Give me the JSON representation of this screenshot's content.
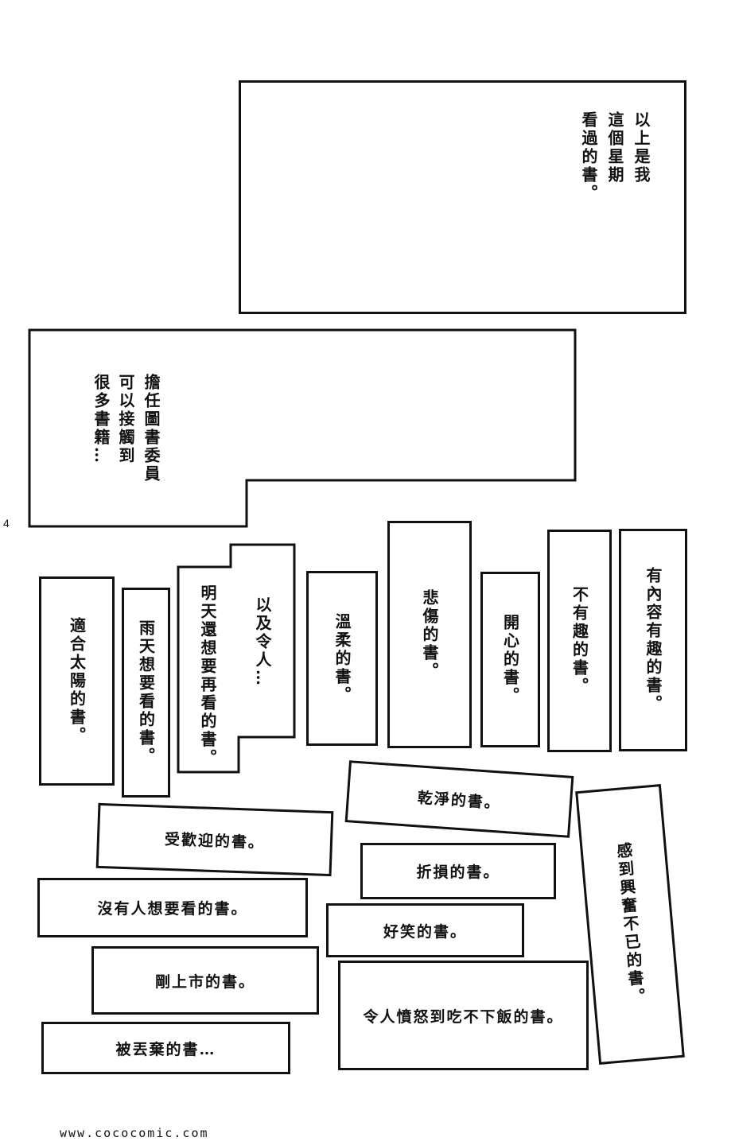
{
  "page_number": "4",
  "watermark": "www.cococomic.com",
  "panel_top": {
    "lines": [
      "以上是我",
      "這個星期",
      "看過的書。"
    ]
  },
  "panel_second": {
    "lines": [
      "擔任圖書委員",
      "可以接觸到",
      "很多書籍…"
    ]
  },
  "spines": [
    "適合太陽的書。",
    "雨天想要看的書。",
    "明天還想要再看的書。",
    "以及令人…",
    "溫柔的書。",
    "悲傷的書。",
    "開心的書。",
    "不有趣的書。",
    "有內容有趣的書。"
  ],
  "stacked": [
    "乾淨的書。",
    "受歡迎的書。",
    "折損的書。",
    "沒有人想要看的書。",
    "好笑的書。",
    "剛上市的書。",
    "令人憤怒到吃不下飯的書。",
    "被丟棄的書…",
    "感到興奮不已的書。"
  ]
}
